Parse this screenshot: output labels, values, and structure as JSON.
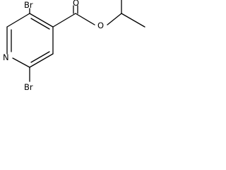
{
  "molecule": {
    "atoms": {
      "br_top": "Br",
      "br_bottom": "Br",
      "nitrogen": "N",
      "carbonyl_oxygen": "O",
      "ester_oxygen": "O"
    }
  }
}
